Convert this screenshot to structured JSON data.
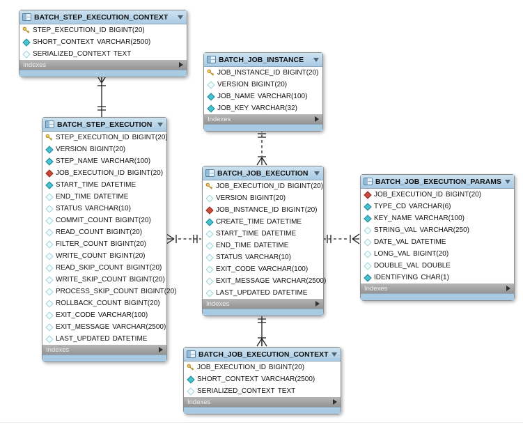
{
  "diagram": {
    "tables": [
      {
        "id": "batch_step_execution_context",
        "title": "BATCH_STEP_EXECUTION_CONTEXT",
        "footer": "Indexes",
        "columns": [
          {
            "name": "STEP_EXECUTION_ID",
            "type": "BIGINT(20)",
            "icon": "primary-key"
          },
          {
            "name": "SHORT_CONTEXT",
            "type": "VARCHAR(2500)",
            "icon": "notnull"
          },
          {
            "name": "SERIALIZED_CONTEXT",
            "type": "TEXT",
            "icon": "nullable"
          }
        ]
      },
      {
        "id": "batch_job_instance",
        "title": "BATCH_JOB_INSTANCE",
        "footer": "Indexes",
        "columns": [
          {
            "name": "JOB_INSTANCE_ID",
            "type": "BIGINT(20)",
            "icon": "primary-key"
          },
          {
            "name": "VERSION",
            "type": "BIGINT(20)",
            "icon": "nullable"
          },
          {
            "name": "JOB_NAME",
            "type": "VARCHAR(100)",
            "icon": "notnull"
          },
          {
            "name": "JOB_KEY",
            "type": "VARCHAR(32)",
            "icon": "notnull"
          }
        ]
      },
      {
        "id": "batch_step_execution",
        "title": "BATCH_STEP_EXECUTION",
        "footer": "Indexes",
        "columns": [
          {
            "name": "STEP_EXECUTION_ID",
            "type": "BIGINT(20)",
            "icon": "primary-key"
          },
          {
            "name": "VERSION",
            "type": "BIGINT(20)",
            "icon": "notnull"
          },
          {
            "name": "STEP_NAME",
            "type": "VARCHAR(100)",
            "icon": "notnull"
          },
          {
            "name": "JOB_EXECUTION_ID",
            "type": "BIGINT(20)",
            "icon": "foreign-key"
          },
          {
            "name": "START_TIME",
            "type": "DATETIME",
            "icon": "notnull"
          },
          {
            "name": "END_TIME",
            "type": "DATETIME",
            "icon": "nullable"
          },
          {
            "name": "STATUS",
            "type": "VARCHAR(10)",
            "icon": "nullable"
          },
          {
            "name": "COMMIT_COUNT",
            "type": "BIGINT(20)",
            "icon": "nullable"
          },
          {
            "name": "READ_COUNT",
            "type": "BIGINT(20)",
            "icon": "nullable"
          },
          {
            "name": "FILTER_COUNT",
            "type": "BIGINT(20)",
            "icon": "nullable"
          },
          {
            "name": "WRITE_COUNT",
            "type": "BIGINT(20)",
            "icon": "nullable"
          },
          {
            "name": "READ_SKIP_COUNT",
            "type": "BIGINT(20)",
            "icon": "nullable"
          },
          {
            "name": "WRITE_SKIP_COUNT",
            "type": "BIGINT(20)",
            "icon": "nullable"
          },
          {
            "name": "PROCESS_SKIP_COUNT",
            "type": "BIGINT(20)",
            "icon": "nullable"
          },
          {
            "name": "ROLLBACK_COUNT",
            "type": "BIGINT(20)",
            "icon": "nullable"
          },
          {
            "name": "EXIT_CODE",
            "type": "VARCHAR(100)",
            "icon": "nullable"
          },
          {
            "name": "EXIT_MESSAGE",
            "type": "VARCHAR(2500)",
            "icon": "nullable"
          },
          {
            "name": "LAST_UPDATED",
            "type": "DATETIME",
            "icon": "nullable"
          }
        ]
      },
      {
        "id": "batch_job_execution",
        "title": "BATCH_JOB_EXECUTION",
        "footer": "Indexes",
        "columns": [
          {
            "name": "JOB_EXECUTION_ID",
            "type": "BIGINT(20)",
            "icon": "primary-key"
          },
          {
            "name": "VERSION",
            "type": "BIGINT(20)",
            "icon": "nullable"
          },
          {
            "name": "JOB_INSTANCE_ID",
            "type": "BIGINT(20)",
            "icon": "foreign-key"
          },
          {
            "name": "CREATE_TIME",
            "type": "DATETIME",
            "icon": "notnull"
          },
          {
            "name": "START_TIME",
            "type": "DATETIME",
            "icon": "nullable"
          },
          {
            "name": "END_TIME",
            "type": "DATETIME",
            "icon": "nullable"
          },
          {
            "name": "STATUS",
            "type": "VARCHAR(10)",
            "icon": "nullable"
          },
          {
            "name": "EXIT_CODE",
            "type": "VARCHAR(100)",
            "icon": "nullable"
          },
          {
            "name": "EXIT_MESSAGE",
            "type": "VARCHAR(2500)",
            "icon": "nullable"
          },
          {
            "name": "LAST_UPDATED",
            "type": "DATETIME",
            "icon": "nullable"
          }
        ]
      },
      {
        "id": "batch_job_execution_params",
        "title": "BATCH_JOB_EXECUTION_PARAMS",
        "footer": "Indexes",
        "columns": [
          {
            "name": "JOB_EXECUTION_ID",
            "type": "BIGINT(20)",
            "icon": "foreign-key"
          },
          {
            "name": "TYPE_CD",
            "type": "VARCHAR(6)",
            "icon": "notnull"
          },
          {
            "name": "KEY_NAME",
            "type": "VARCHAR(100)",
            "icon": "notnull"
          },
          {
            "name": "STRING_VAL",
            "type": "VARCHAR(250)",
            "icon": "nullable"
          },
          {
            "name": "DATE_VAL",
            "type": "DATETIME",
            "icon": "nullable"
          },
          {
            "name": "LONG_VAL",
            "type": "BIGINT(20)",
            "icon": "nullable"
          },
          {
            "name": "DOUBLE_VAL",
            "type": "DOUBLE",
            "icon": "nullable"
          },
          {
            "name": "IDENTIFYING",
            "type": "CHAR(1)",
            "icon": "notnull"
          }
        ]
      },
      {
        "id": "batch_job_execution_context",
        "title": "BATCH_JOB_EXECUTION_CONTEXT",
        "footer": "Indexes",
        "columns": [
          {
            "name": "JOB_EXECUTION_ID",
            "type": "BIGINT(20)",
            "icon": "primary-key"
          },
          {
            "name": "SHORT_CONTEXT",
            "type": "VARCHAR(2500)",
            "icon": "notnull"
          },
          {
            "name": "SERIALIZED_CONTEXT",
            "type": "TEXT",
            "icon": "nullable"
          }
        ]
      }
    ],
    "relationships": [
      {
        "from": "BATCH_STEP_EXECUTION_CONTEXT",
        "to": "BATCH_STEP_EXECUTION",
        "line": "solid",
        "from_end": "many",
        "to_end": "one"
      },
      {
        "from": "BATCH_JOB_INSTANCE",
        "to": "BATCH_JOB_EXECUTION",
        "line": "dashed",
        "from_end": "one",
        "to_end": "many"
      },
      {
        "from": "BATCH_STEP_EXECUTION",
        "to": "BATCH_JOB_EXECUTION",
        "line": "dashed",
        "from_end": "many",
        "to_end": "one"
      },
      {
        "from": "BATCH_JOB_EXECUTION",
        "to": "BATCH_JOB_EXECUTION_PARAMS",
        "line": "dashed",
        "from_end": "one",
        "to_end": "many"
      },
      {
        "from": "BATCH_JOB_EXECUTION",
        "to": "BATCH_JOB_EXECUTION_CONTEXT",
        "line": "solid",
        "from_end": "one",
        "to_end": "many"
      }
    ],
    "colors": {
      "table_header": "#b5d3e7",
      "table_footer_strip": "#a8cbe3",
      "indexes_bar": "#9d9d9d",
      "primary_key_icon": "#f3cf6a",
      "primary_key_outline": "#b5891f",
      "notnull_diamond": "#49c2cf",
      "notnull_diamond_border": "#1e8796",
      "nullable_diamond": "#f4fbfc",
      "nullable_diamond_border": "#9ad4dc",
      "foreign_key_diamond": "#cc4a3c",
      "foreign_key_diamond_border": "#8f2b1f",
      "relationship_line": "#1f1f1f"
    }
  }
}
